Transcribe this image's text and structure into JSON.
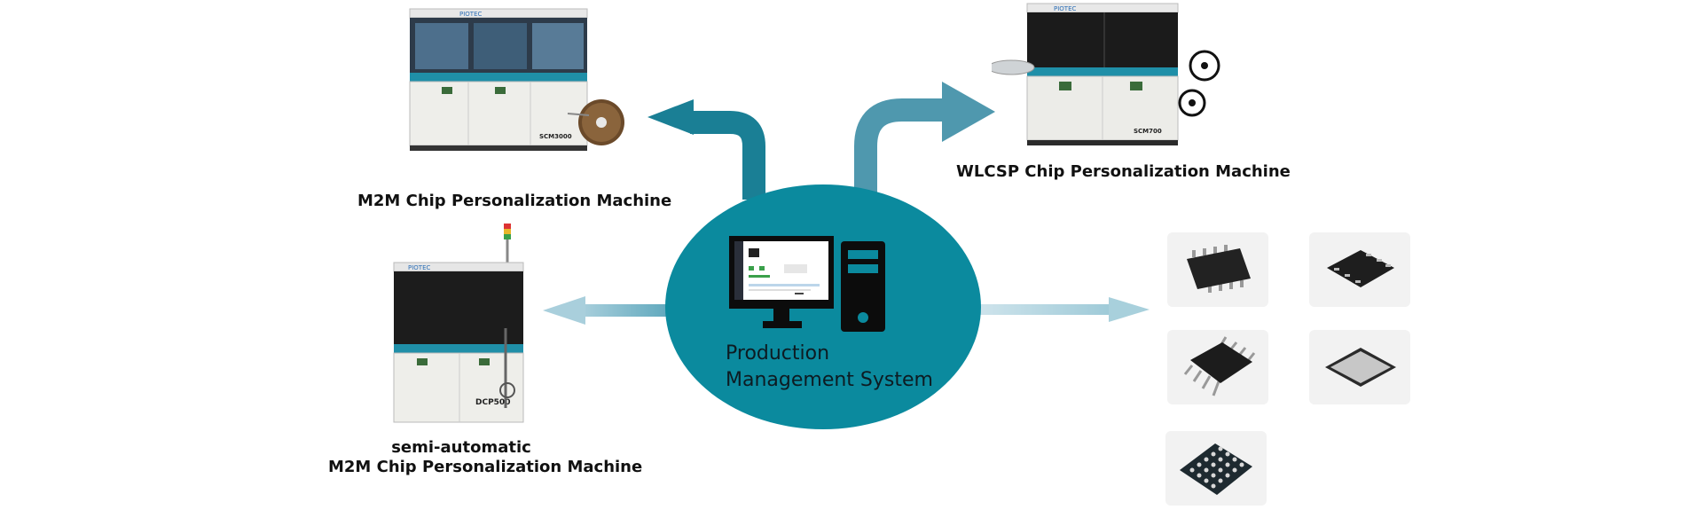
{
  "center": {
    "title_line1": "Production",
    "title_line2": "Management System"
  },
  "machines": {
    "m2m": {
      "caption": "M2M Chip Personalization Machine",
      "model": "SCM3000",
      "brand": "PIOTEC"
    },
    "wlcsp": {
      "caption": "WLCSP Chip Personalization Machine",
      "model": "SCM700",
      "brand": "PIOTEC"
    },
    "semi": {
      "caption_line1": "semi-automatic",
      "caption_line2": "M2M Chip Personalization Machine",
      "model": "DCP500",
      "brand": "PIOTEC"
    }
  },
  "chips": [
    {
      "name": "soic-wide-chip"
    },
    {
      "name": "dfn-chip"
    },
    {
      "name": "sop-chip"
    },
    {
      "name": "qfn-chip"
    },
    {
      "name": "bga-chip"
    }
  ],
  "colors": {
    "ellipse": "#0b8a9e",
    "arrow_dark": "#1a7f95",
    "arrow_light": "#8fc3d2",
    "arrow_faint": "#c8e2ea"
  }
}
